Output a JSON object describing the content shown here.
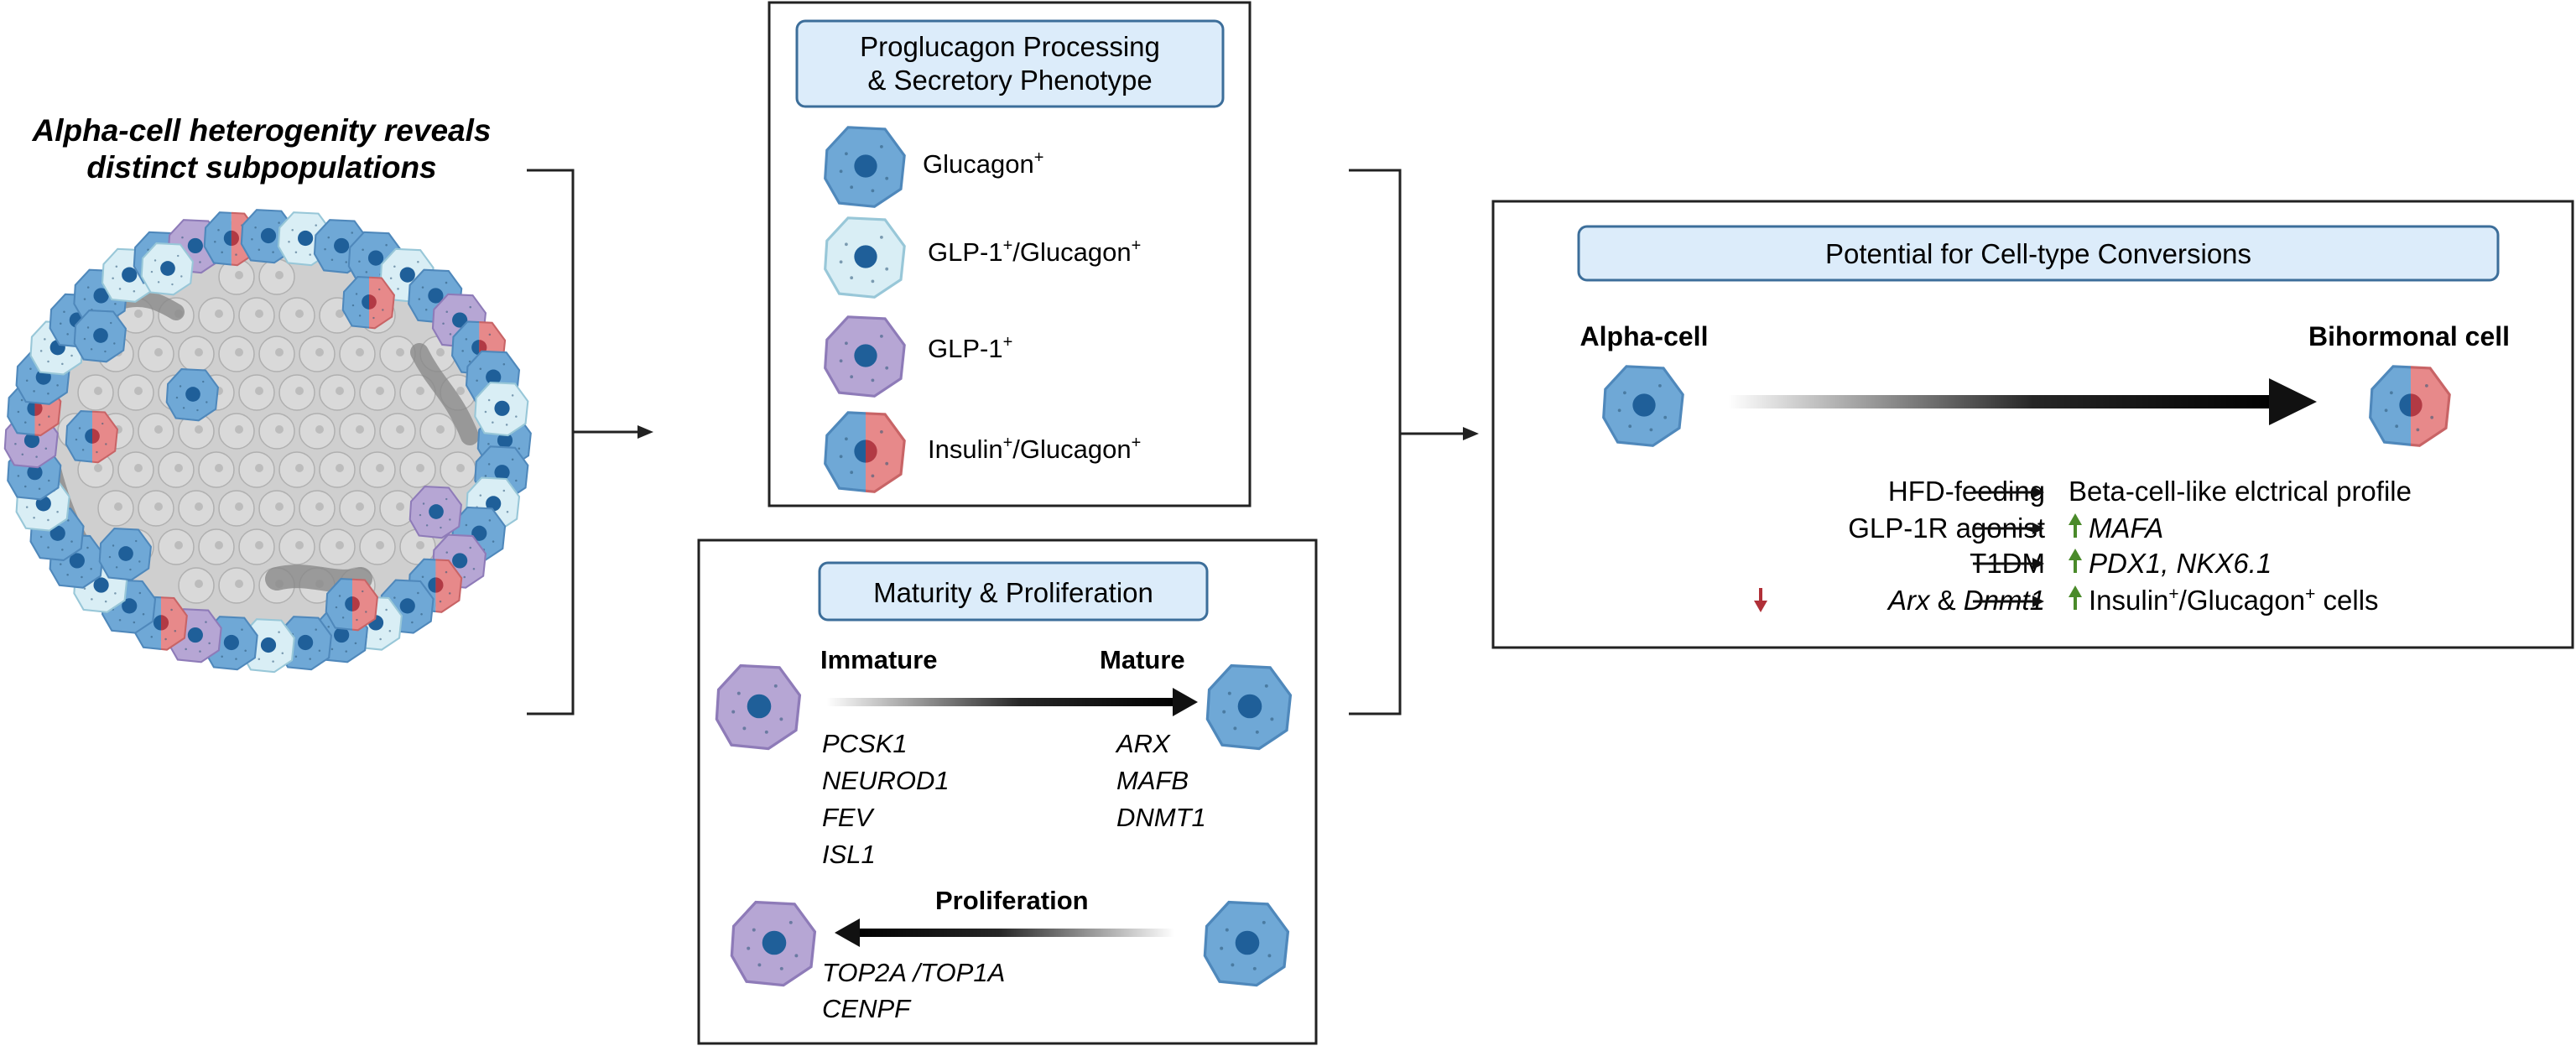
{
  "colors": {
    "glucagon_fill": "#6fa8d6",
    "glucagon_stroke": "#4f88bb",
    "nucleus": "#1f5f99",
    "glp1glucagon_fill": "#d9eef5",
    "glp1glucagon_stroke": "#98c7d8",
    "glp1_fill": "#b6a6d4",
    "glp1_stroke": "#8e7bb8",
    "insulin_fill": "#e7898a",
    "insulin_stroke": "#c86466",
    "label_box_fill": "#dcecfa",
    "label_box_stroke": "#3c6e9a",
    "up_arrow": "#4a8a2a",
    "down_arrow": "#b03038"
  },
  "islet": {
    "title_line1": "Alpha-cell heterogenity reveals",
    "title_line2": "distinct  subpopulations"
  },
  "processing": {
    "title_line1": "Proglucagon Processing",
    "title_line2": "& Secretory Phenotype",
    "items": [
      {
        "label": "Glucagon",
        "sup": "+",
        "icon": "glucagon-cell-icon"
      },
      {
        "label_a": "GLP-1",
        "sup_a": "+",
        "label_b": "/Glucagon",
        "sup_b": "+",
        "icon": "glp1-glucagon-cell-icon"
      },
      {
        "label": "GLP-1",
        "sup": "+",
        "icon": "glp1-cell-icon"
      },
      {
        "label_a": "Insulin",
        "sup_a": "+",
        "label_b": "/Glucagon",
        "sup_b": "+",
        "icon": "bihormonal-cell-icon"
      }
    ]
  },
  "maturity": {
    "title": "Maturity & Proliferation",
    "immature": "Immature",
    "mature": "Mature",
    "immature_genes": [
      "PCSK1",
      "NEUROD1",
      "FEV",
      "ISL1"
    ],
    "mature_genes": [
      "ARX",
      "MAFB",
      "DNMT1"
    ],
    "proliferation": "Proliferation",
    "proliferation_genes": [
      "TOP2A /TOP1A",
      "CENPF"
    ]
  },
  "conversion": {
    "title": "Potential for Cell-type Conversions",
    "from": "Alpha-cell",
    "to": "Bihormonal cell",
    "left": {
      "hfd": "HFD-feeding",
      "glp1r": "GLP-1R agonist",
      "t1dm": "T1DM",
      "arx": "Arx",
      "amp": " & ",
      "dnmt1": "Dnmt1"
    },
    "right": {
      "profile": "Beta-cell-like elctrical profile",
      "mafa": "MAFA",
      "pdx1": "PDX1, NKX6.1",
      "cells_a": "Insulin",
      "cells_sup_a": "+",
      "cells_b": "/Glucagon",
      "cells_sup_b": "+",
      "cells_c": " cells"
    }
  }
}
